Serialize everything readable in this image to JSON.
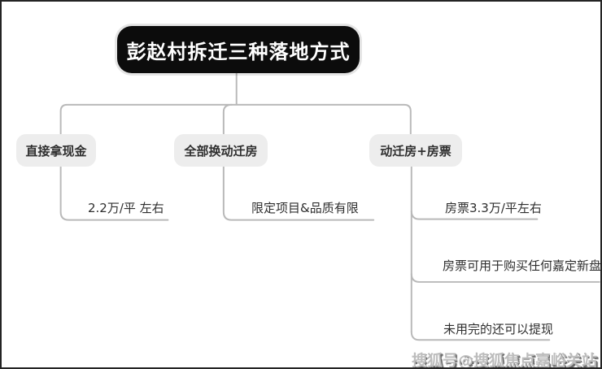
{
  "page": {
    "background": "#ffffff",
    "frame_border_color": "#242424"
  },
  "colors": {
    "root_bg": "#0c0c0c",
    "root_text": "#ffffff",
    "branch_bg": "#ededed",
    "branch_text": "#2f2f2f",
    "connector_line": "#b9b9b9",
    "leaf_text": "#2e2e2e"
  },
  "diagram": {
    "root": {
      "label": "彭赵村拆迁三种落地方式"
    },
    "branches": [
      {
        "id": "cash",
        "label": "直接拿现金",
        "leaves": [
          "2.2万/平 左右"
        ]
      },
      {
        "id": "relocation-housing",
        "label": "全部换动迁房",
        "leaves": [
          "限定项目&品质有限"
        ]
      },
      {
        "id": "housing-plus-ticket",
        "label": "动迁房+房票",
        "leaves": [
          "房票3.3万/平左右",
          "房票可用于购买任何嘉定新盘",
          "未用完的还可以提现"
        ]
      }
    ]
  },
  "watermark": {
    "text": "搜狐号@搜狐焦点嘉峪关站"
  }
}
